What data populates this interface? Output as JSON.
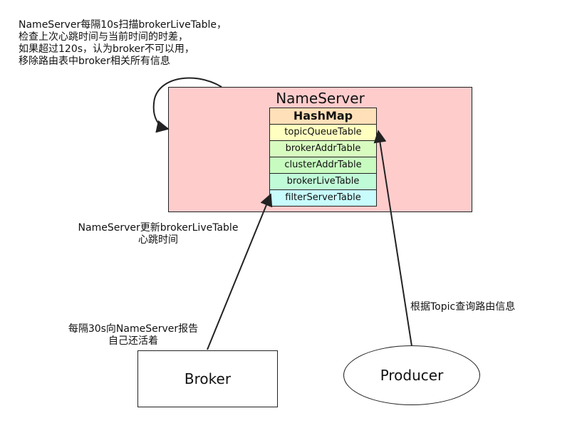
{
  "notes": {
    "scan": [
      "NameServer每隔10s扫描brokerLiveTable，",
      "检查上次心跳时间与当前时间的时差，",
      "如果超过120s，认为broker不可以用，",
      "移除路由表中broker相关所有信息"
    ],
    "update": [
      "NameServer更新brokerLiveTable",
      "心跳时间"
    ],
    "report": [
      "每隔30s向NameServer报告",
      "自己还活着"
    ],
    "query": "根据Topic查询路由信息"
  },
  "nameserver": {
    "title": "NameServer",
    "hashmap_title": "HashMap",
    "tables": [
      {
        "label": "topicQueueTable",
        "color": "#ffffc0"
      },
      {
        "label": "brokerAddrTable",
        "color": "#d8fbc0"
      },
      {
        "label": "clusterAddrTable",
        "color": "#c8fbc0"
      },
      {
        "label": "brokerLiveTable",
        "color": "#c0fbd8"
      },
      {
        "label": "filterServerTable",
        "color": "#c8fbfb"
      }
    ]
  },
  "broker": {
    "label": "Broker"
  },
  "producer": {
    "label": "Producer"
  }
}
